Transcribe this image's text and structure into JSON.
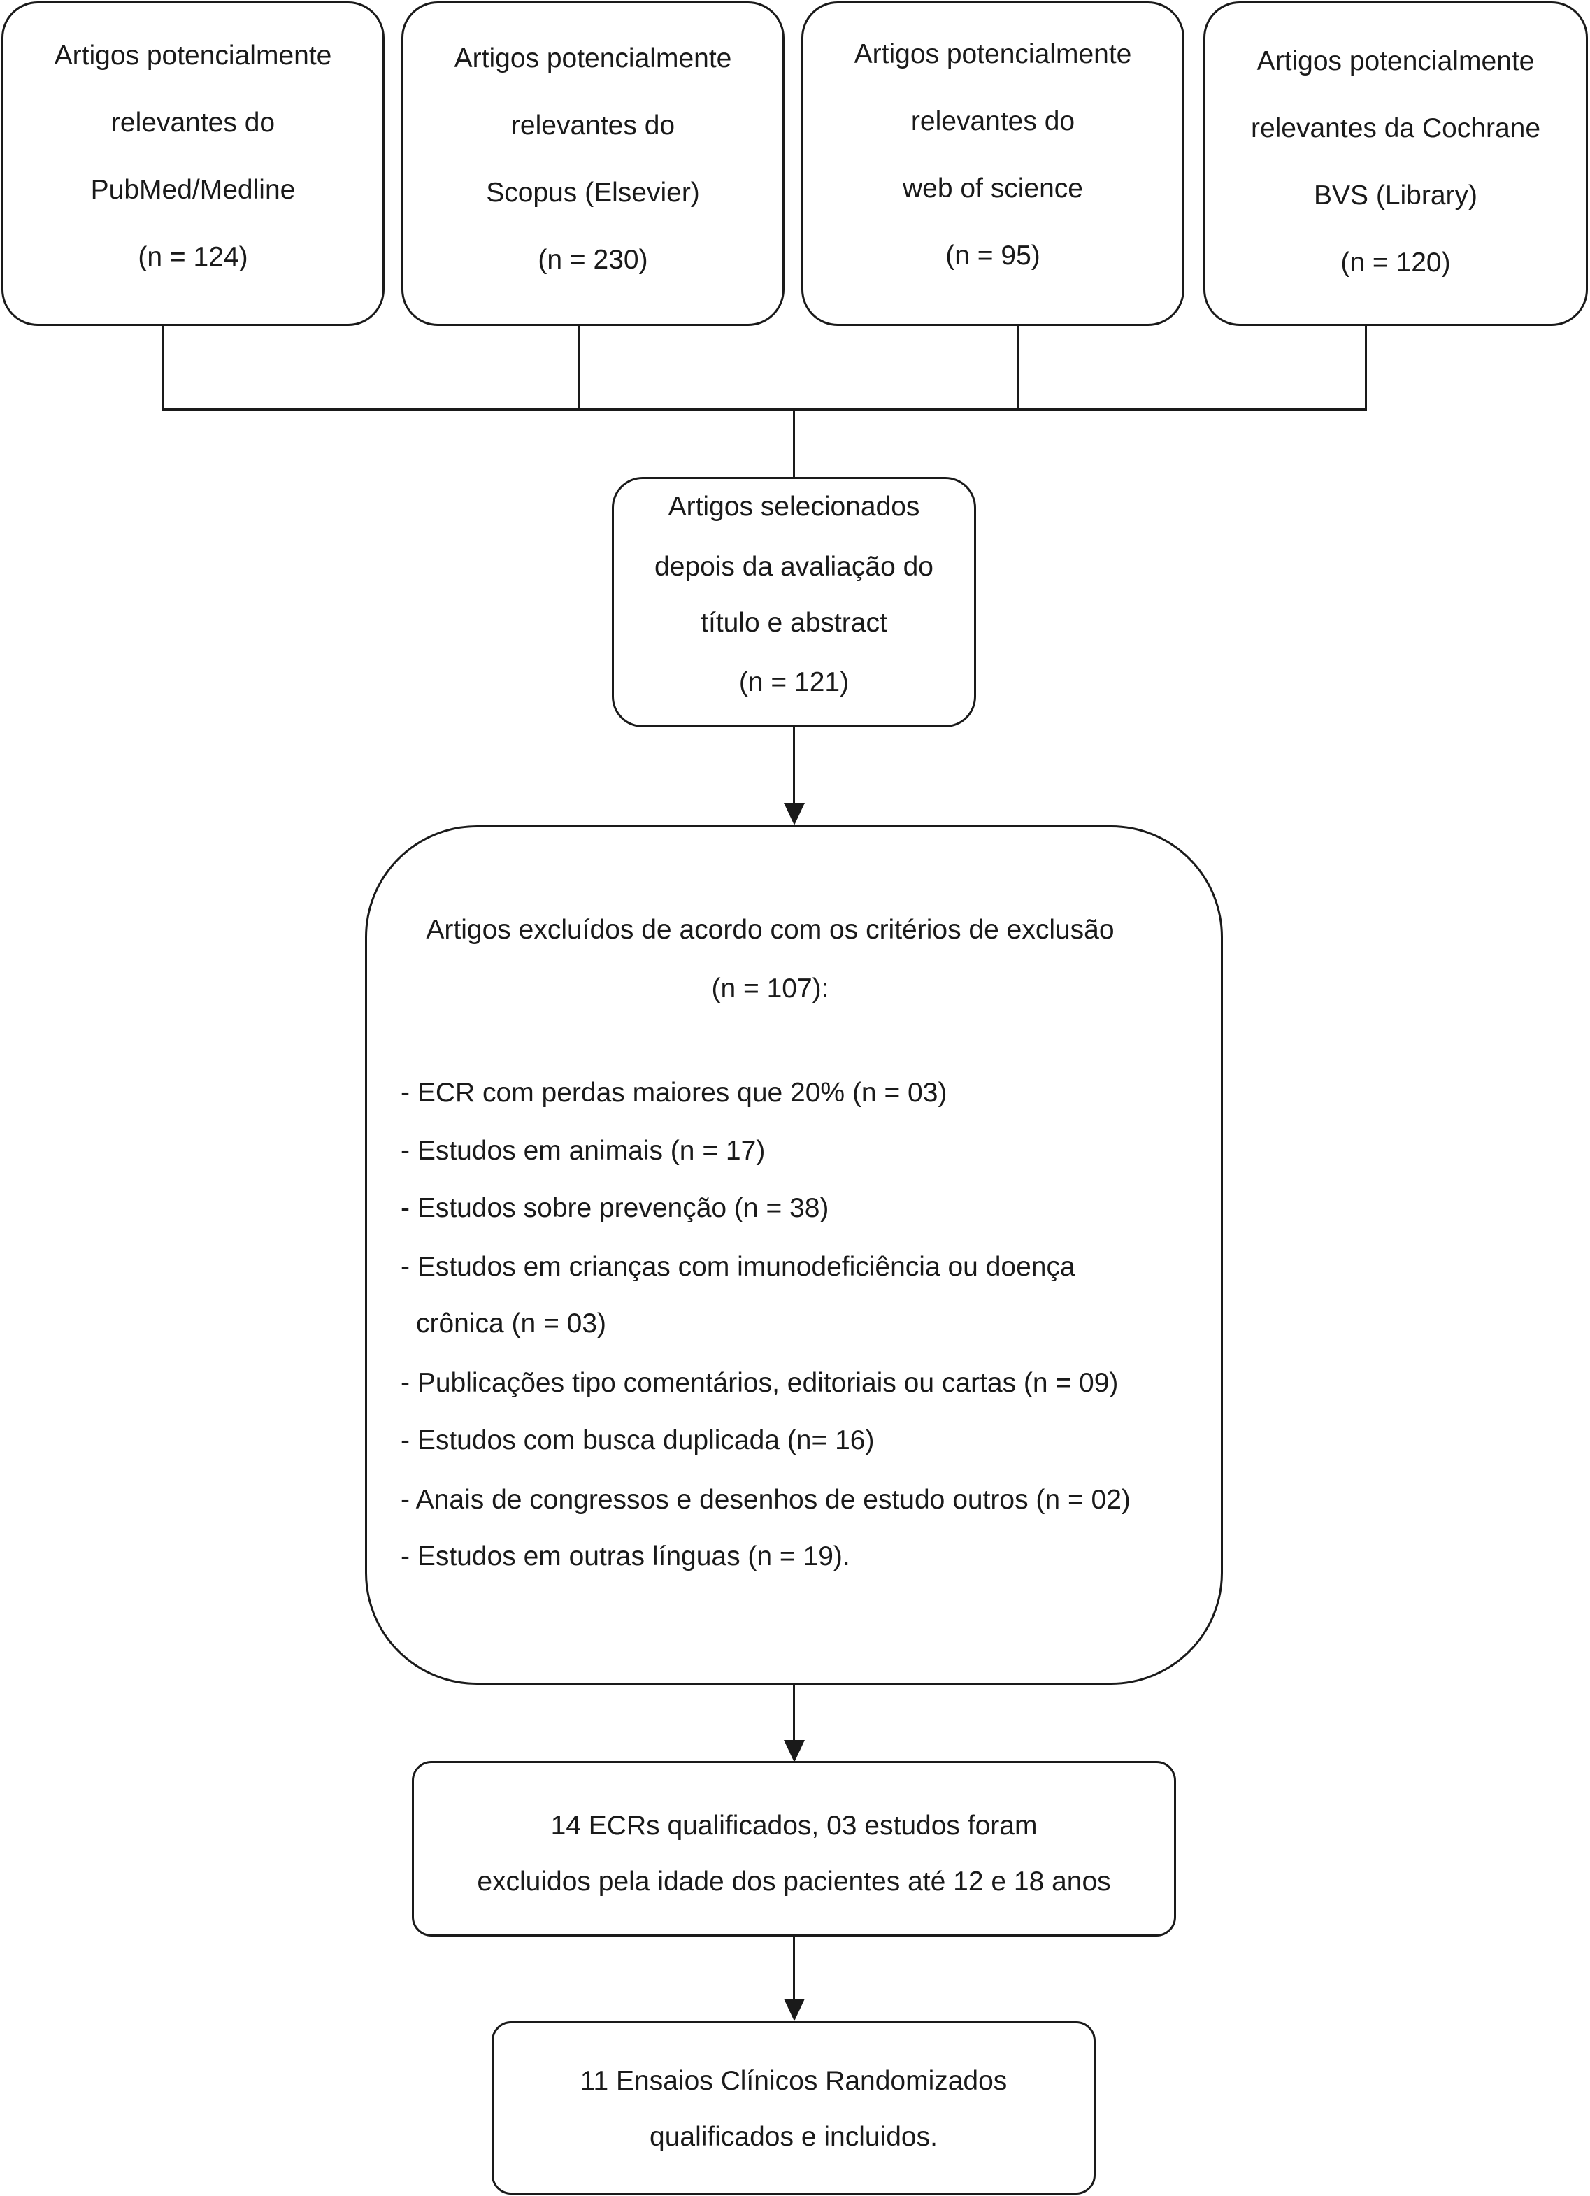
{
  "sources": [
    {
      "lines": [
        "Artigos potencialmente",
        "relevantes do",
        "PubMed/Medline",
        "(n = 124)"
      ]
    },
    {
      "lines": [
        "Artigos potencialmente",
        "relevantes do",
        "Scopus (Elsevier)",
        "(n = 230)"
      ]
    },
    {
      "lines": [
        "Artigos potencialmente",
        "relevantes do",
        "web of science",
        "(n = 95)"
      ]
    },
    {
      "lines": [
        "Artigos potencialmente",
        "relevantes da Cochrane",
        "BVS (Library)",
        "(n = 120)"
      ]
    }
  ],
  "selected": {
    "lines": [
      "Artigos selecionados",
      "depois da avaliação do",
      "título e abstract",
      "(n = 121)"
    ]
  },
  "excluded": {
    "header": [
      "Artigos excluídos de acordo com os critérios de exclusão",
      "(n = 107):"
    ],
    "items": [
      "- ECR com perdas maiores que 20% (n = 03)",
      "- Estudos em animais (n = 17)",
      "- Estudos sobre prevenção (n = 38)",
      "- Estudos em crianças com imunodeficiência ou doença",
      "  crônica (n = 03)",
      "- Publicações tipo comentários, editoriais ou cartas (n = 09)",
      "- Estudos com busca duplicada (n= 16)",
      "- Anais de congressos e desenhos de estudo outros (n = 02)",
      "- Estudos em outras línguas (n = 19)."
    ]
  },
  "qualified": {
    "lines": [
      "14 ECRs qualificados, 03 estudos foram",
      "excluidos pela idade dos pacientes até 12 e 18 anos"
    ]
  },
  "included": {
    "lines": [
      "11 Ensaios Clínicos Randomizados",
      "qualificados e incluidos."
    ]
  }
}
